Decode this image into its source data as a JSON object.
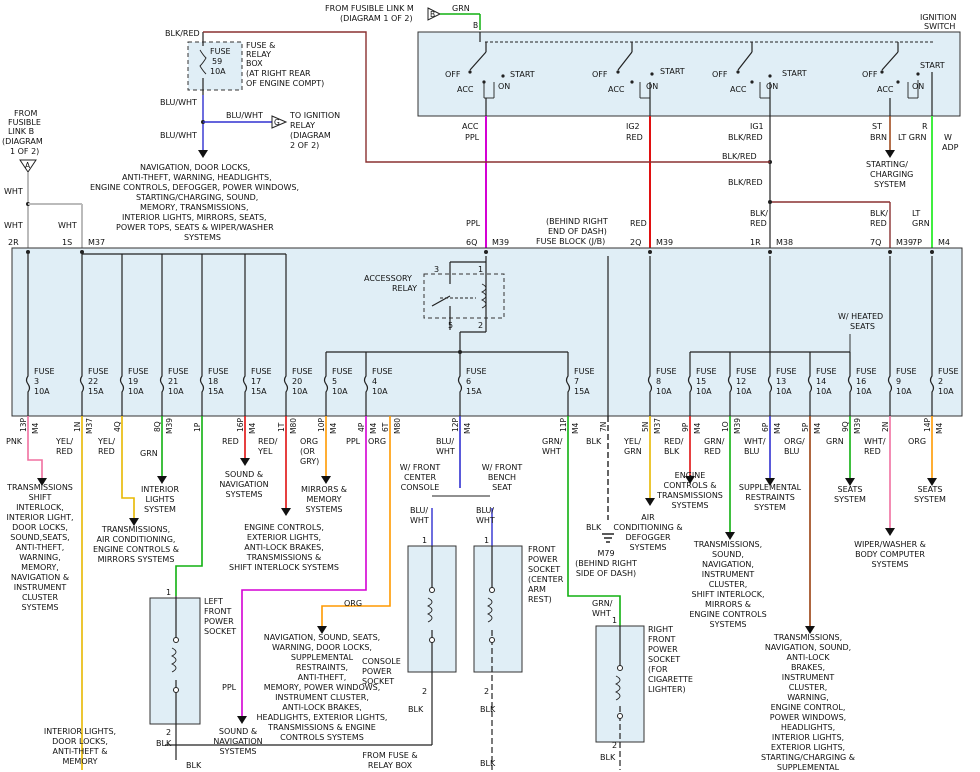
{
  "top": {
    "from_link_m": [
      "FROM FUSIBLE LINK M",
      "(DIAGRAM 1 OF 2)"
    ],
    "link_m_letter": "B",
    "grn": "GRN",
    "b_pin": "B",
    "ign_title": [
      "IGNITION",
      "SWITCH"
    ],
    "blk_red_top": "BLK/RED",
    "fuse59": [
      "FUSE",
      "59",
      "10A"
    ],
    "relay_box": [
      "FUSE &",
      "RELAY",
      "BOX",
      "(AT RIGHT REAR",
      "OF ENGINE COMPT)"
    ],
    "blu_wht1": "BLU/WHT",
    "blu_wht2": "BLU/WHT",
    "blu_wht3": "BLU/WHT",
    "g_letter": "G",
    "to_relay": [
      "TO IGNITION",
      "RELAY",
      "(DIAGRAM",
      "2 OF 2)"
    ],
    "nav_list": [
      "NAVIGATION, DOOR LOCKS,",
      "ANTI-THEFT, WARNING, HEADLIGHTS,",
      "ENGINE CONTROLS, DEFOGGER, POWER WINDOWS,",
      "STARTING/CHARGING, SOUND,",
      "MEMORY, TRANSMISSIONS,",
      "INTERIOR LIGHTS, MIRRORS, SEATS,",
      "POWER TOPS, SEATS & WIPER/WASHER",
      "SYSTEMS"
    ],
    "from_link_b": [
      "FROM",
      "FUSIBLE",
      "LINK B",
      "(DIAGRAM",
      "1 OF 2)"
    ],
    "link_b_letter": "A",
    "wht1": "WHT",
    "wht2": "WHT",
    "wht3": "WHT"
  },
  "switch": {
    "off": "OFF",
    "acc": "ACC",
    "on": "ON",
    "start": "START",
    "col1": [
      "ACC",
      "PPL"
    ],
    "col2": [
      "IG2",
      "RED"
    ],
    "col3": [
      "IG1",
      "BLK/RED"
    ],
    "col4": [
      "ST",
      "BRN"
    ],
    "col5": [
      "R",
      "LT GRN"
    ],
    "w": "W",
    "adp": "ADP",
    "starting": [
      "STARTING/",
      "CHARGING",
      "SYSTEM"
    ],
    "blk_red_a": "BLK/RED",
    "blk_red_b": "BLK/RED"
  },
  "fuse_block": {
    "behind": [
      "(BEHIND RIGHT",
      "END OF DASH)",
      "FUSE BLOCK (J/B)"
    ],
    "acc_relay": [
      "ACCESSORY",
      "RELAY"
    ],
    "heated": [
      "W/ HEATED",
      "SEATS"
    ],
    "top_pins": [
      {
        "w": "",
        "p": "2R",
        "c": ""
      },
      {
        "w": "",
        "p": "1S",
        "c": "M37"
      },
      {
        "w": "PPL",
        "p": "6Q",
        "c": "M39"
      },
      {
        "w": "RED",
        "p": "2Q",
        "c": "M39"
      },
      {
        "w": "BLK/ RED",
        "p": "1R",
        "c": "M38"
      },
      {
        "w": "BLK/ RED",
        "p": "7Q",
        "c": "M39"
      },
      {
        "w": "LT GRN",
        "p": "7P",
        "c": "M4"
      }
    ],
    "relay_pins": [
      "3",
      "1",
      "5",
      "2"
    ],
    "fuses": [
      {
        "n": "3",
        "a": "10A"
      },
      {
        "n": "22",
        "a": "15A"
      },
      {
        "n": "19",
        "a": "10A"
      },
      {
        "n": "21",
        "a": "10A"
      },
      {
        "n": "18",
        "a": "15A"
      },
      {
        "n": "17",
        "a": "15A"
      },
      {
        "n": "20",
        "a": "10A"
      },
      {
        "n": "5",
        "a": "10A"
      },
      {
        "n": "4",
        "a": "10A"
      },
      {
        "n": "6",
        "a": "15A"
      },
      {
        "n": "7",
        "a": "15A"
      },
      {
        "n": "8",
        "a": "10A"
      },
      {
        "n": "15",
        "a": "10A"
      },
      {
        "n": "12",
        "a": "10A"
      },
      {
        "n": "13",
        "a": "10A"
      },
      {
        "n": "14",
        "a": "10A"
      },
      {
        "n": "16",
        "a": "10A"
      },
      {
        "n": "9",
        "a": "10A"
      },
      {
        "n": "2",
        "a": "10A"
      }
    ],
    "fuse_word": "FUSE",
    "bottom_pins": [
      {
        "p": "13P",
        "c": "M4"
      },
      {
        "p": "1N",
        "c": "M37"
      },
      {
        "p": "4Q",
        "c": ""
      },
      {
        "p": "8Q",
        "c": "M39"
      },
      {
        "p": "1P",
        "c": ""
      },
      {
        "p": "16P",
        "c": "M4"
      },
      {
        "p": "1T",
        "c": "M80"
      },
      {
        "p": "10P",
        "c": "M4"
      },
      {
        "p": "4P",
        "c": "M4"
      },
      {
        "p": "6T",
        "c": "M80"
      },
      {
        "p": "12P",
        "c": "M4"
      },
      {
        "p": "11P",
        "c": "M4"
      },
      {
        "p": "7N",
        "c": ""
      },
      {
        "p": "5N",
        "c": "M37"
      },
      {
        "p": "9P",
        "c": "M4"
      },
      {
        "p": "1O",
        "c": "M39"
      },
      {
        "p": "6P",
        "c": "M4"
      },
      {
        "p": "5P",
        "c": "M4"
      },
      {
        "p": "9Q",
        "c": "M39"
      },
      {
        "p": "2N",
        "c": ""
      },
      {
        "p": "14P",
        "c": "M4"
      }
    ]
  },
  "wires": [
    "PNK",
    "YEL/ RED",
    "YEL/ RED",
    "GRN",
    "RED",
    "RED/ YEL",
    "ORG (OR GRY)",
    "PPL",
    "ORG",
    "BLU/ WHT",
    "GRN/ WHT",
    "BLK",
    "YEL/ GRN",
    "RED/ BLK",
    "GRN/ RED",
    "WHT/ BLU",
    "ORG/ BLU",
    "GRN",
    "WHT/ RED",
    "ORG"
  ],
  "loads": {
    "trans_shift": [
      "TRANSMISSIONS",
      "SHIFT",
      "INTERLOCK,",
      "INTERIOR LIGHT,",
      "DOOR LOCKS,",
      "SOUND,SEATS,",
      "ANTI-THEFT,",
      "WARNING,",
      "MEMORY,",
      "NAVIGATION &",
      "INSTRUMENT",
      "CLUSTER",
      "SYSTEMS"
    ],
    "interior_lights": [
      "INTERIOR",
      "LIGHTS",
      "SYSTEM"
    ],
    "trans_ac": [
      "TRANSMISSIONS,",
      "AIR CONDITIONING,",
      "ENGINE CONTROLS &",
      "MIRRORS SYSTEMS"
    ],
    "sound_nav1": [
      "SOUND &",
      "NAVIGATION",
      "SYSTEMS"
    ],
    "mirrors": [
      "MIRRORS &",
      "MEMORY",
      "SYSTEMS"
    ],
    "engine_ext": [
      "ENGINE CONTROLS,",
      "EXTERIOR LIGHTS,",
      "ANTI-LOCK BRAKES,",
      "TRANSMISSIONS &",
      "SHIFT INTERLOCK SYSTEMS"
    ],
    "w_front_center": [
      "W/ FRONT",
      "CENTER",
      "CONSOLE"
    ],
    "w_front_bench": [
      "W/ FRONT",
      "BENCH",
      "SEAT"
    ],
    "blu_wht_l": "BLU/ WHT",
    "blu_wht_r": "BLU/ WHT",
    "ac_defog": [
      "AIR",
      "CONDITIONING &",
      "DEFOGGER",
      "SYSTEMS"
    ],
    "engine_trans": [
      "ENGINE",
      "CONTROLS &",
      "TRANSMISSIONS",
      "SYSTEMS"
    ],
    "supp": [
      "SUPPLEMENTAL",
      "RESTRAINTS",
      "SYSTEM"
    ],
    "seats1": [
      "SEATS",
      "SYSTEM"
    ],
    "seats2": [
      "SEATS",
      "SYSTEM"
    ],
    "wiper": [
      "WIPER/WASHER &",
      "BODY COMPUTER",
      "SYSTEMS"
    ],
    "blk_m79": "BLK",
    "m79": [
      "M79",
      "(BEHIND RIGHT",
      "SIDE OF DASH)"
    ],
    "trans_sound": [
      "TRANSMISSIONS,",
      "SOUND,",
      "NAVIGATION,",
      "INSTRUMENT",
      "CLUSTER,",
      "SHIFT INTERLOCK,",
      "MIRRORS &",
      "ENGINE CONTROLS",
      "SYSTEMS"
    ],
    "trans_nav": [
      "TRANSMISSIONS,",
      "NAVIGATION, SOUND,",
      "ANTI-LOCK",
      "BRAKES,",
      "INSTRUMENT",
      "CLUSTER,",
      "WARNING,",
      "ENGINE CONTROL,",
      "POWER WINDOWS,",
      "HEADLIGHTS,",
      "INTERIOR LIGHTS,",
      "EXTERIOR LIGHTS,",
      "STARTING/CHARGING &",
      "SUPPLEMENTAL"
    ],
    "left_socket": [
      "LEFT",
      "FRONT",
      "POWER",
      "SOCKET"
    ],
    "front_power": [
      "FRONT",
      "POWER",
      "SOCKET",
      "(CENTER",
      "ARM",
      "REST)"
    ],
    "console_socket": [
      "CONSOLE",
      "POWER",
      "SOCKET"
    ],
    "right_socket": [
      "RIGHT",
      "FRONT",
      "POWER",
      "SOCKET",
      "(FOR",
      "CIGARETTE",
      "LIGHTER)"
    ],
    "grn_wht2": "GRN/ WHT",
    "org2": "ORG",
    "ppl2": "PPL",
    "nav_sound_seats": [
      "NAVIGATION, SOUND, SEATS,",
      "WARNING, DOOR LOCKS,",
      "SUPPLEMENTAL",
      "RESTRAINTS,",
      "ANTI-THEFT,",
      "MEMORY, POWER WINDOWS,",
      "INSTRUMENT CLUSTER,",
      "ANTI-LOCK BRAKES,",
      "HEADLIGHTS, EXTERIOR LIGHTS,",
      "TRANSMISSIONS & ENGINE",
      "CONTROLS SYSTEMS"
    ],
    "sound_nav2": [
      "SOUND &",
      "NAVIGATION",
      "SYSTEMS"
    ],
    "interior_door": [
      "INTERIOR LIGHTS,",
      "DOOR LOCKS,",
      "ANTI-THEFT &",
      "MEMORY"
    ],
    "from_fuse_relay": [
      "FROM FUSE &",
      "RELAY BOX"
    ],
    "blk_a": "BLK",
    "blk_b": "BLK",
    "blk_c": "BLK",
    "blk_d": "BLK",
    "blk_e": "BLK",
    "blk_f": "BLK",
    "pin1": "1",
    "pin2": "2"
  },
  "colors": {
    "ppl": "#d400d4",
    "red": "#e01010",
    "grn": "#10b010",
    "ltgrn": "#40ee40",
    "org": "#ff9900",
    "yel": "#e8b800",
    "blu": "#3030d0",
    "brn": "#9a4010",
    "pnk": "#f070a0",
    "box": "#e0eef6"
  }
}
